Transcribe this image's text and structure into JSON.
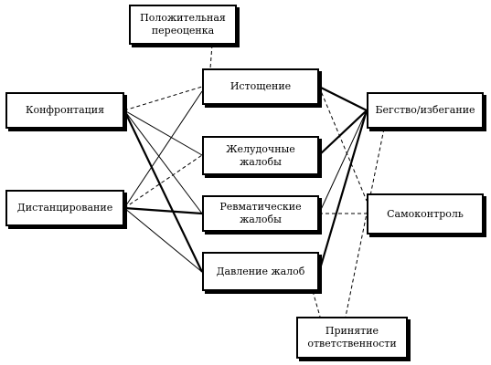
{
  "diagram": {
    "nodes": {
      "positive_reappraisal": "Положительная\nпереоценка",
      "confrontation": "Конфронтация",
      "distancing": "Дистанцирование",
      "exhaustion": "Истощение",
      "stomach_complaints": "Желудочные\nжалобы",
      "rheumatic_complaints": "Ревматические\nжалобы",
      "complaint_pressure": "Давление жалоб",
      "escape_avoidance": "Бегство/избегание",
      "self_control": "Самоконтроль",
      "accepting_responsibility": "Принятие\nответственности"
    },
    "edges": [
      {
        "from": "positive_reappraisal",
        "to": "exhaustion",
        "style": "dashed",
        "weight": "thin"
      },
      {
        "from": "confrontation",
        "to": "exhaustion",
        "style": "dashed",
        "weight": "thin"
      },
      {
        "from": "confrontation",
        "to": "stomach_complaints",
        "style": "solid",
        "weight": "thin"
      },
      {
        "from": "confrontation",
        "to": "rheumatic_complaints",
        "style": "solid",
        "weight": "thin"
      },
      {
        "from": "confrontation",
        "to": "complaint_pressure",
        "style": "solid",
        "weight": "thick"
      },
      {
        "from": "distancing",
        "to": "exhaustion",
        "style": "solid",
        "weight": "thin"
      },
      {
        "from": "distancing",
        "to": "stomach_complaints",
        "style": "dashed",
        "weight": "thin"
      },
      {
        "from": "distancing",
        "to": "rheumatic_complaints",
        "style": "solid",
        "weight": "thick"
      },
      {
        "from": "distancing",
        "to": "complaint_pressure",
        "style": "solid",
        "weight": "thin"
      },
      {
        "from": "exhaustion",
        "to": "escape_avoidance",
        "style": "solid",
        "weight": "thick"
      },
      {
        "from": "exhaustion",
        "to": "self_control",
        "style": "dashed",
        "weight": "thin"
      },
      {
        "from": "stomach_complaints",
        "to": "escape_avoidance",
        "style": "solid",
        "weight": "thick"
      },
      {
        "from": "rheumatic_complaints",
        "to": "escape_avoidance",
        "style": "solid",
        "weight": "thin"
      },
      {
        "from": "rheumatic_complaints",
        "to": "self_control",
        "style": "dashed",
        "weight": "thin"
      },
      {
        "from": "complaint_pressure",
        "to": "escape_avoidance",
        "style": "solid",
        "weight": "thick"
      },
      {
        "from": "escape_avoidance",
        "to": "accepting_responsibility",
        "style": "dashed",
        "weight": "thin"
      },
      {
        "from": "complaint_pressure",
        "to": "accepting_responsibility",
        "style": "dashed",
        "weight": "thin"
      }
    ]
  },
  "colors": {
    "stroke": "#000000",
    "fill": "#ffffff"
  }
}
